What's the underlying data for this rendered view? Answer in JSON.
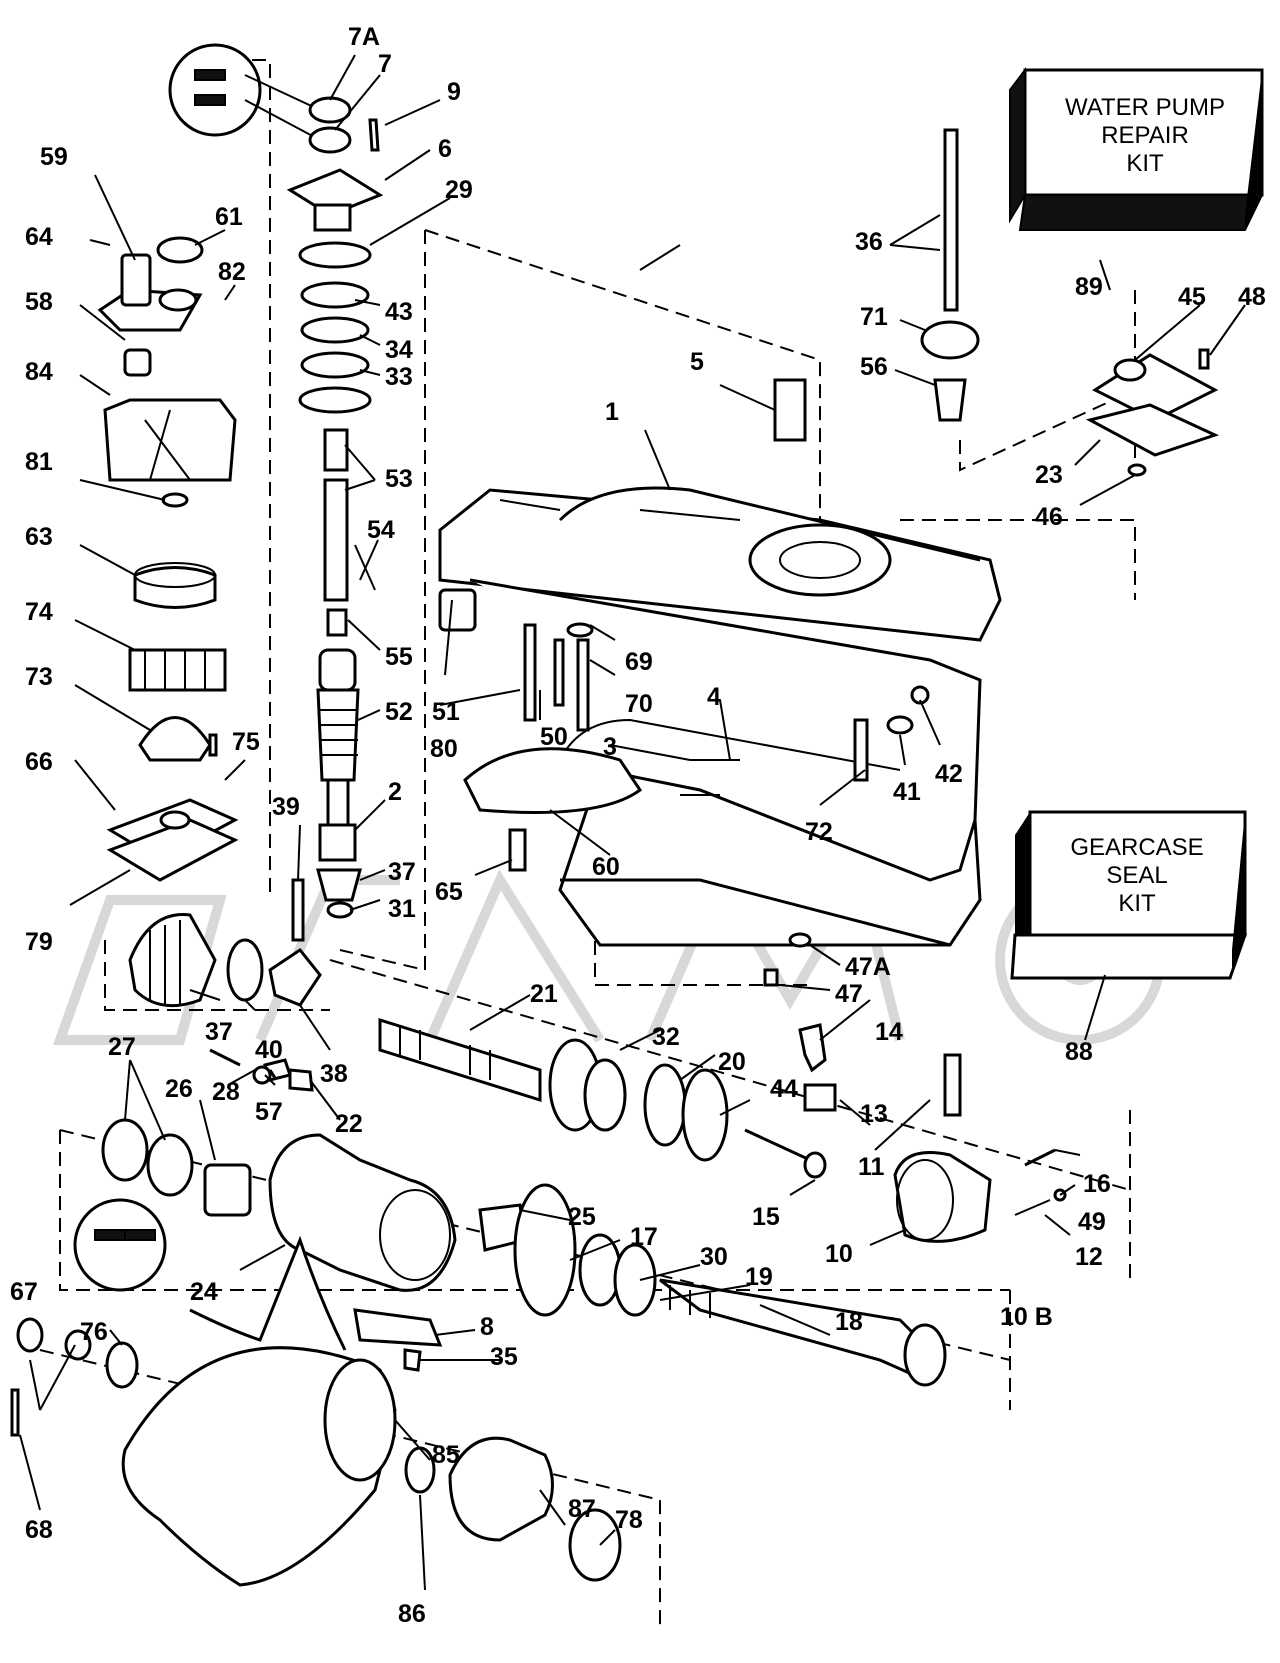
{
  "kits": {
    "water_pump": [
      "WATER PUMP",
      "REPAIR",
      "KIT"
    ],
    "gearcase_seal": [
      "GEARCASE",
      "SEAL",
      "KIT"
    ]
  },
  "labels": {
    "l1": "1",
    "l2": "2",
    "l3": "3",
    "l4": "4",
    "l5": "5",
    "l6": "6",
    "l7": "7",
    "l7A": "7A",
    "l8": "8",
    "l9": "9",
    "l10": "10",
    "l10B": "10 B",
    "l11": "11",
    "l12": "12",
    "l13": "13",
    "l14": "14",
    "l15": "15",
    "l16": "16",
    "l17": "17",
    "l18": "18",
    "l19": "19",
    "l20": "20",
    "l21": "21",
    "l22": "22",
    "l23": "23",
    "l24": "24",
    "l25": "25",
    "l26": "26",
    "l27": "27",
    "l28": "28",
    "l29": "29",
    "l30": "30",
    "l31": "31",
    "l32": "32",
    "l33": "33",
    "l34": "34",
    "l35": "35",
    "l36": "36",
    "l37a": "37",
    "l37b": "37",
    "l38": "38",
    "l39": "39",
    "l40": "40",
    "l41": "41",
    "l42": "42",
    "l43": "43",
    "l44": "44",
    "l45": "45",
    "l46": "46",
    "l47": "47",
    "l47A": "47A",
    "l48": "48",
    "l49": "49",
    "l50": "50",
    "l51": "51",
    "l52": "52",
    "l53": "53",
    "l54": "54",
    "l55": "55",
    "l56": "56",
    "l57": "57",
    "l58": "58",
    "l59": "59",
    "l60": "60",
    "l61": "61",
    "l63": "63",
    "l64": "64",
    "l65": "65",
    "l66": "66",
    "l67": "67",
    "l68": "68",
    "l69": "69",
    "l70": "70",
    "l71": "71",
    "l72": "72",
    "l73": "73",
    "l74": "74",
    "l75": "75",
    "l76": "76",
    "l78": "78",
    "l79": "79",
    "l80": "80",
    "l81": "81",
    "l82": "82",
    "l84": "84",
    "l85": "85",
    "l86": "86",
    "l87": "87",
    "l88": "88",
    "l89": "89"
  }
}
